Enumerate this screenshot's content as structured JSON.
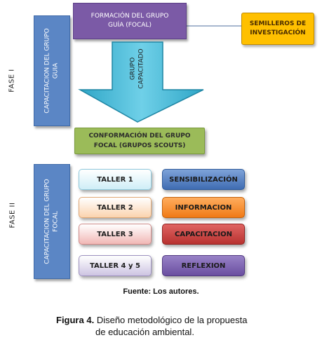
{
  "phases": {
    "phase1_label": "FASE I",
    "phase2_label": "FASE II"
  },
  "panels": {
    "left_top_line1": "CAPACITACION DEL GRUPO",
    "left_top_line2": "GUIA",
    "left_bottom_line1": "CAPACITACION DEL GRUPO",
    "left_bottom_line2": "FOCAL"
  },
  "top_box": {
    "line1": "FORMACIÓN DEL GRUPO",
    "line2": "GUÍA (FOCAL)"
  },
  "side_box": {
    "line1": "SEMILLEROS DE",
    "line2": "INVESTIGACIÓN"
  },
  "arrow": {
    "line1": "GRUPO",
    "line2": "CAPACITADO"
  },
  "green_box": {
    "line1": "CONFORMACIÓN DEL GRUPO",
    "line2": "FOCAL (GRUPOS SCOUTS)"
  },
  "workshops": [
    {
      "label": "TALLER 1"
    },
    {
      "label": "TALLER 2"
    },
    {
      "label": "TALLER 3"
    },
    {
      "label": "TALLER 4 y 5"
    }
  ],
  "stages": [
    {
      "label": "SENSIBILIZACIÓN"
    },
    {
      "label": "INFORMACION"
    },
    {
      "label": "CAPACITACION"
    },
    {
      "label": "REFLEXION"
    }
  ],
  "source": "Fuente: Los autores.",
  "caption": {
    "label": "Figura 4.",
    "line1": "Diseño metodológico  de la propuesta",
    "line2": "de educación ambiental."
  }
}
